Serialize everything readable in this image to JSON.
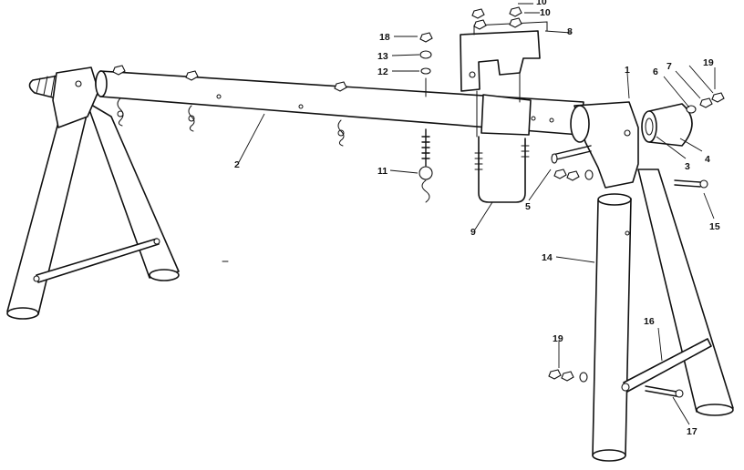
{
  "diagram": {
    "type": "exploded parts diagram",
    "part_labels": [
      "1",
      "2",
      "3",
      "4",
      "5",
      "6",
      "7",
      "8",
      "9",
      "10",
      "11",
      "12",
      "13",
      "14",
      "15",
      "16",
      "17",
      "18",
      "19",
      "19"
    ],
    "colors": {
      "ink": "#111111",
      "paper": "#ffffff"
    }
  }
}
